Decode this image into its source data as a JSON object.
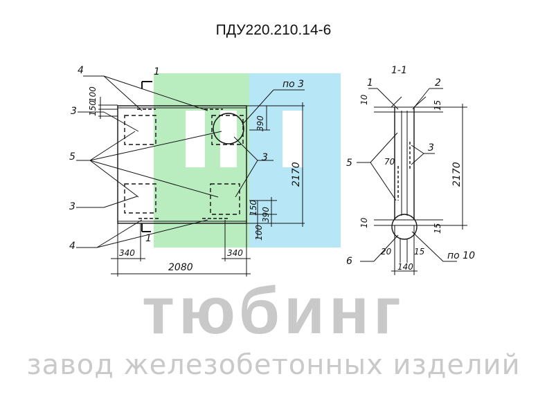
{
  "title": "ПДУ220.210.14-6",
  "plan": {
    "section_mark": "1",
    "callouts": {
      "c4_top": "4",
      "c3_top": "3",
      "c5": "5",
      "c3_bot": "3",
      "c4_bot": "4",
      "c3_right": "3",
      "po3": "по 3"
    },
    "dims": {
      "d150": "150",
      "d100": "100",
      "d390_top": "390",
      "d2170": "2170",
      "d150_bot": "150",
      "d390_bot": "390",
      "d100_bot": "100",
      "d340_left": "340",
      "d340_right": "340",
      "d2080": "2080"
    }
  },
  "section": {
    "title": "1-1",
    "callouts": {
      "c1": "1",
      "c2": "2",
      "c5": "5",
      "c3": "3",
      "c6": "6",
      "po10": "по 10"
    },
    "dims": {
      "d10_top": "10",
      "d15_top": "15",
      "d70": "70",
      "d2170": "2170",
      "d10_bot": "10",
      "d15_bot": "15",
      "d20": "20",
      "d15_low": "15",
      "d140": "140"
    }
  },
  "watermark": {
    "brand": "тюбинг",
    "tagline": "завод железобетонных изделий",
    "colors": {
      "green": "#b9ecbf",
      "cyan": "#b7e7f7",
      "gray": "#c9c9c9"
    }
  }
}
